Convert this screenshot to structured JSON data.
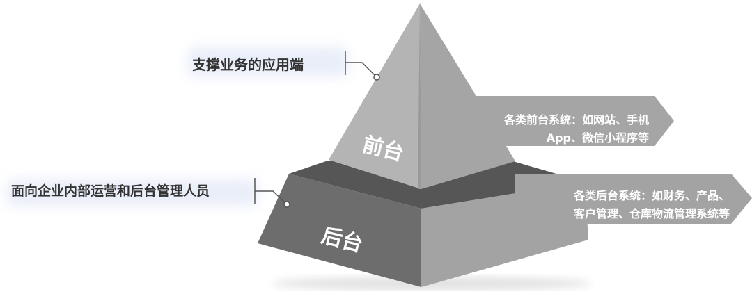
{
  "diagram": {
    "top_layer_label": "前台",
    "bottom_layer_label": "后台",
    "top_callout": "支撑业务的应用端",
    "bottom_callout": "面向企业内部运营和后台管理人员",
    "front_desc_lines": [
      "各类前台系统：如网站、手机",
      "App、微信小程序等"
    ],
    "back_desc_lines": [
      "各类后台系统：如财务、产品、",
      "客户管理、仓库物流管理系统等"
    ]
  }
}
